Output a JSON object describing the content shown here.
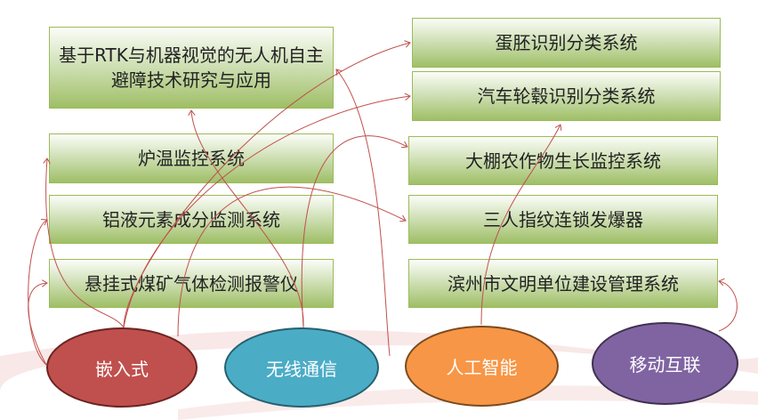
{
  "left_boxes": [
    "基于RTK与机器视觉的无人机自主避障技术研究与应用",
    "炉温监控系统",
    "铝液元素成分监测系统",
    "悬挂式煤矿气体检测报警仪"
  ],
  "right_boxes": [
    "蛋胚识别分类系统",
    "汽车轮毂识别分类系统",
    "大棚农作物生长监控系统",
    "三人指纹连锁发爆器",
    "滨州市文明单位建设管理系统"
  ],
  "technologies": [
    {
      "label": "嵌入式",
      "color": "#c0504d"
    },
    {
      "label": "无线通信",
      "color": "#4bacc6"
    },
    {
      "label": "人工智能",
      "color": "#f79646"
    },
    {
      "label": "移动互联",
      "color": "#8064a2"
    }
  ],
  "arrow_color": "#c0504d"
}
